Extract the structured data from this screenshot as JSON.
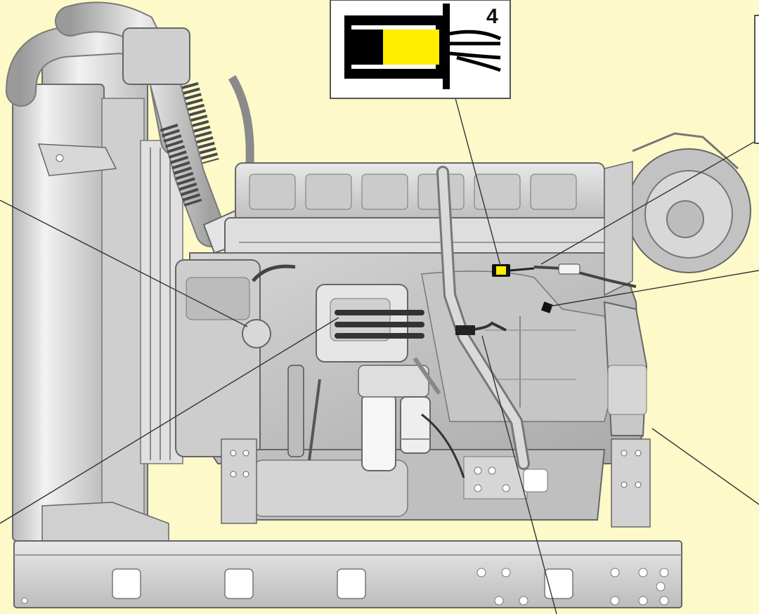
{
  "diagram": {
    "inset": {
      "callout_number": "4",
      "connector_body_color": "#000000",
      "connector_highlight_color": "#ffee00"
    },
    "colors": {
      "background": "#fdf9c8",
      "engine_metal": "#d4d4d4",
      "outline": "#555555",
      "highlight": "#ffee00",
      "leader_line": "#333333"
    },
    "components": [
      "radiator",
      "intake-hoses",
      "cylinder-head-cover",
      "turbocharger",
      "engine-block",
      "oil-filter",
      "fuel-filter",
      "dipstick",
      "flywheel-housing",
      "base-frame",
      "wiring-connector"
    ]
  }
}
